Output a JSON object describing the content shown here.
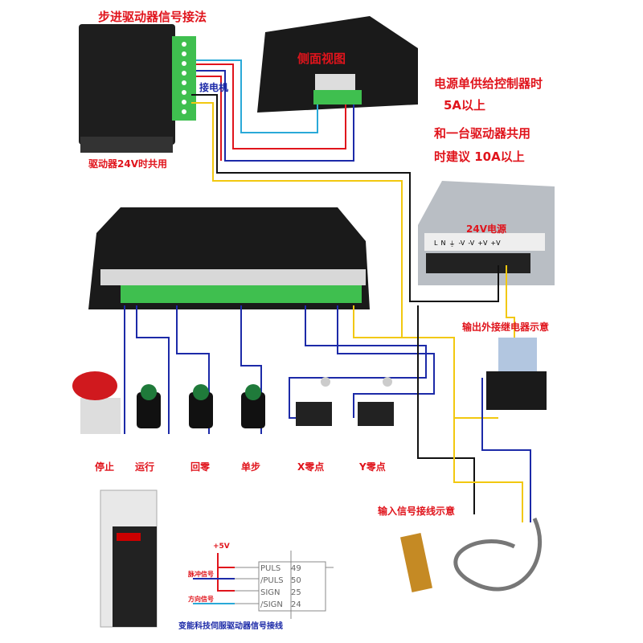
{
  "stepper": {
    "title": "步进驱动器信号接法",
    "motor_label": "接电机",
    "shared_note": "驱动器24V时共用"
  },
  "controller": {
    "side_view": "侧面视图"
  },
  "power_note": [
    "电源单供给控制器时",
    "5A以上",
    "和一台驱动器共用",
    "时建议 10A以上"
  ],
  "psu": {
    "title": "24V电源",
    "terminals": [
      "L",
      "N",
      "⏚",
      "-V",
      "-V",
      "+V",
      "+V"
    ]
  },
  "relay": {
    "title": "输出外接继电器示意"
  },
  "buttons": [
    "停止",
    "运行",
    "回零",
    "单步",
    "X零点",
    "Y零点"
  ],
  "sensor": {
    "title": "输入信号接线示意"
  },
  "servo": {
    "v5": "+5V",
    "pulse": "脉冲信号",
    "direction": "方向信号",
    "pins": [
      {
        "name": "PULS",
        "num": "49"
      },
      {
        "name": "/PULS",
        "num": "50"
      },
      {
        "name": "SIGN",
        "num": "25"
      },
      {
        "name": "/SIGN",
        "num": "24"
      }
    ],
    "caption": "变能科技伺服驱动器信号接线"
  },
  "colors": {
    "red": "#e0141c",
    "blue": "#1c2aa8",
    "cyan": "#2aa9d8",
    "yellow": "#f2c80f"
  }
}
